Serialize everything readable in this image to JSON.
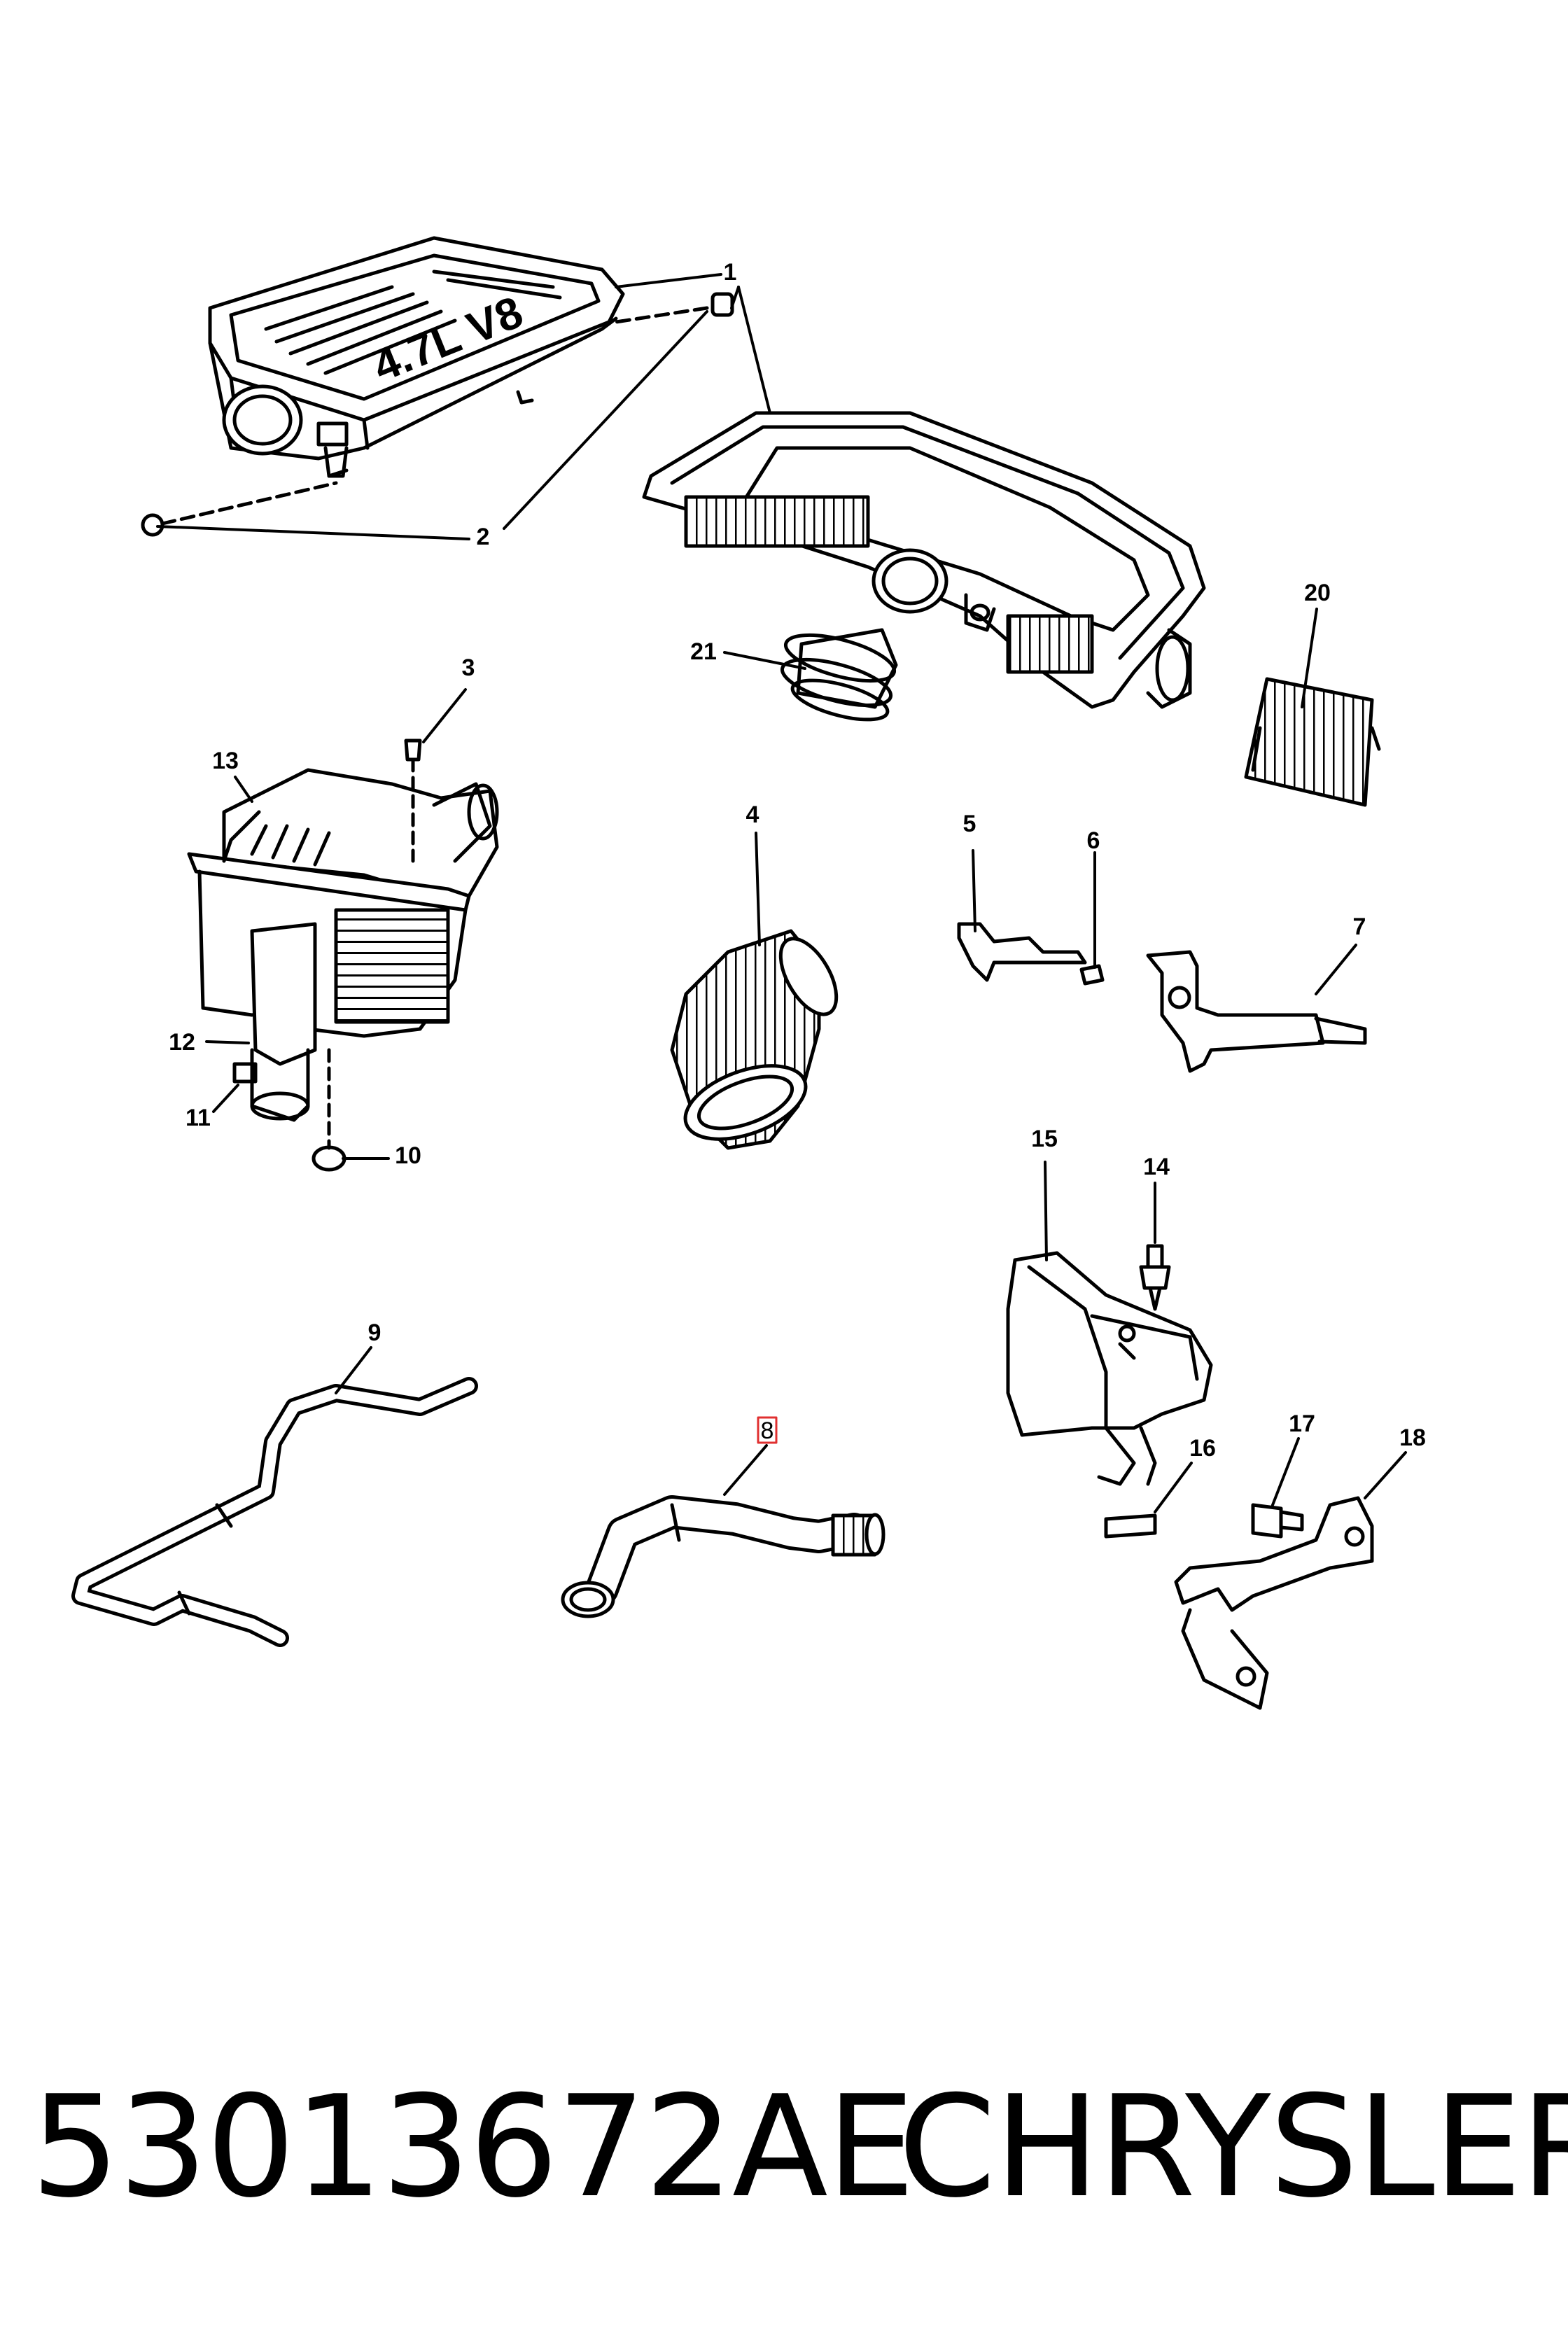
{
  "callouts": {
    "c1": "1",
    "c2": "2",
    "c3": "3",
    "c4": "4",
    "c5": "5",
    "c6": "6",
    "c7": "7",
    "c8": "8",
    "c9": "9",
    "c10": "10",
    "c11": "11",
    "c12": "12",
    "c13": "13",
    "c14": "14",
    "c15": "15",
    "c16": "16",
    "c17": "17",
    "c18": "18",
    "c20": "20",
    "c21": "21"
  },
  "highlighted_callout": "8",
  "airbox_embossing": "4.7L V8",
  "footer": {
    "part_number": "53013672AE",
    "brand": "CHRYSLER"
  },
  "colors": {
    "line": "#000000",
    "background": "#ffffff",
    "highlight_box": "#e03030"
  }
}
